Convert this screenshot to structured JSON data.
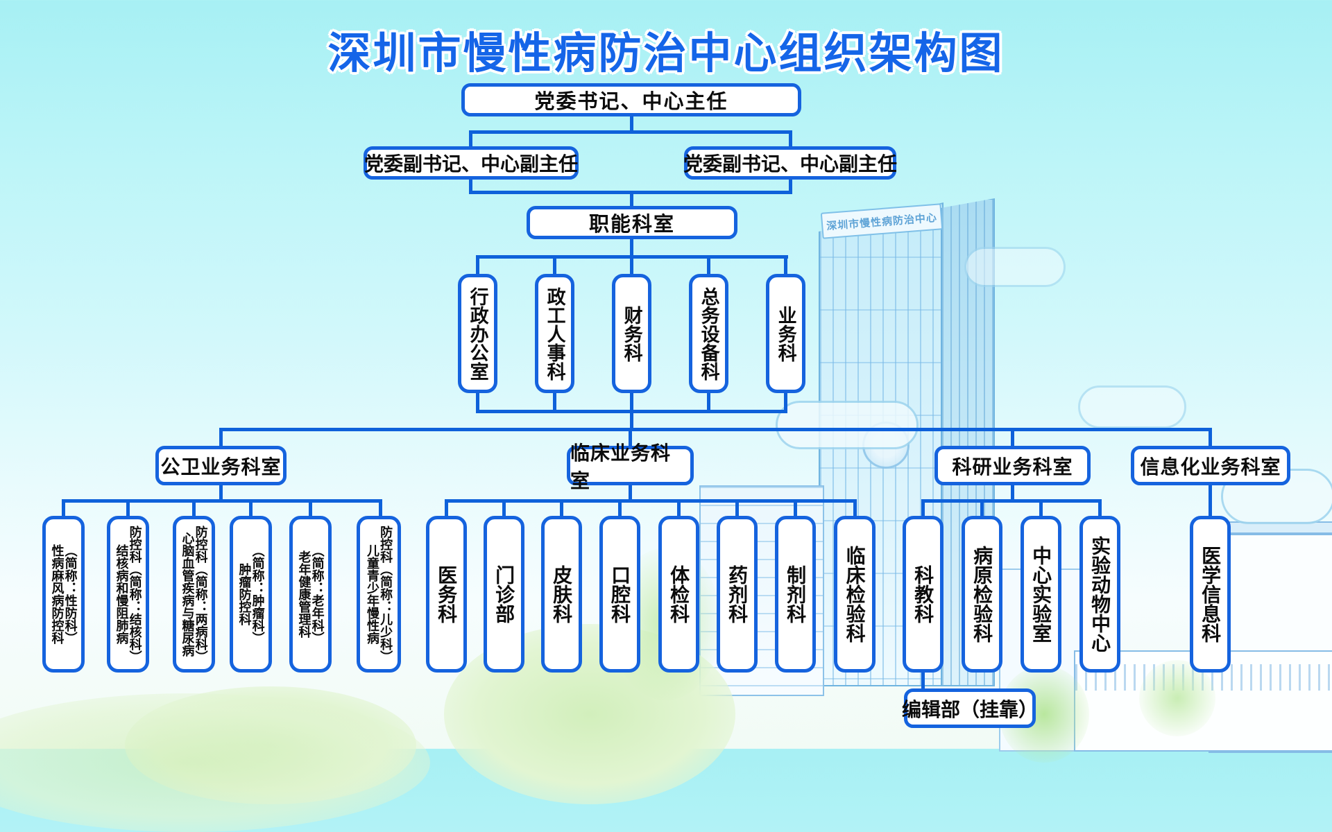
{
  "title": "深圳市慢性病防治中心组织架构图",
  "background": {
    "building_sign": "深圳市慢性病防治中心"
  },
  "colors": {
    "line": "#0e61da",
    "box_border": "#1563de",
    "title_blue": "#1565e8",
    "text": "#0c0c0c"
  },
  "org": {
    "director": "党委书记、中心主任",
    "deputy_left": "党委副书记、中心副主任",
    "deputy_right": "党委副书记、中心副主任",
    "functional": {
      "label": "职能科室",
      "children": [
        "行政办公室",
        "政工人事科",
        "财务科",
        "总务设备科",
        "业务科"
      ]
    },
    "groups": [
      {
        "label": "公卫业务科室",
        "children": [
          "性病麻风病防控科\n（简称：性防科）",
          "结核病和慢阻肺病\n防控科（简称：结核科）",
          "心脑血管疾病与糖尿病\n防控科（简称：两病科）",
          "肿瘤防控科\n（简称：肿瘤科）",
          "老年健康管理科\n（简称：老年科）",
          "儿童青少年慢性病\n防控科（简称：儿少科）"
        ]
      },
      {
        "label": "临床业务科室",
        "children": [
          "医务科",
          "门诊部",
          "皮肤科",
          "口腔科",
          "体检科",
          "药剂科",
          "制剂科",
          "临床检验科"
        ]
      },
      {
        "label": "科研业务科室",
        "children": [
          "科教科",
          "病原检验科",
          "中心实验室",
          "实验动物中心"
        ],
        "attached": "编辑部（挂靠）"
      },
      {
        "label": "信息化业务科室",
        "children": [
          "医学信息科"
        ]
      }
    ]
  }
}
